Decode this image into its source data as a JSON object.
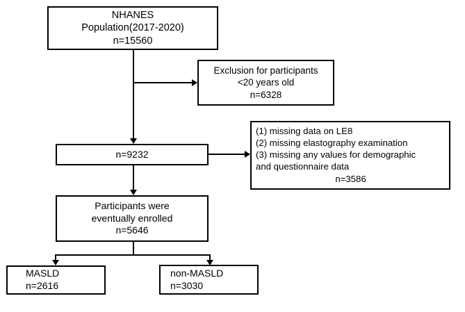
{
  "figure": {
    "type": "flowchart",
    "title": "NHANES participant selection flow diagram",
    "orientation": "top-to-bottom",
    "colors": {
      "background": "#ffffff",
      "box_border": "#000000",
      "box_fill": "#ffffff",
      "text": "#000000",
      "connector": "#000000"
    }
  },
  "nodes": {
    "nhanes": {
      "id": "nhanes-population",
      "lines": [
        "NHANES",
        "Population(2017-2020)",
        "n=15560"
      ],
      "line1": "NHANES",
      "line2": "Population(2017-2020)",
      "line3": "n=15560",
      "count": 15560,
      "align": "center"
    },
    "exclusion_age": {
      "id": "exclusion-under-20",
      "lines": [
        "Exclusion for participants",
        "<20 years old",
        "n=6328"
      ],
      "line1": "Exclusion for participants",
      "line2": "<20 years old",
      "line3": "n=6328",
      "count": 6328,
      "align": "center"
    },
    "remaining": {
      "id": "remaining-after-age-exclusion",
      "line1": "n=9232",
      "count": 9232,
      "align": "center"
    },
    "exclusion_data": {
      "id": "exclusion-missing-data",
      "line1": "(1) missing data on LE8",
      "line2": "(2) missing elastography examination",
      "line3": "(3) missing any values for demographic",
      "line4": "and questionnaire data",
      "line5": "n=3586",
      "count": 3586,
      "align": "left"
    },
    "enrolled": {
      "id": "participants-enrolled",
      "lines": [
        "Participants were",
        "eventually enrolled",
        "n=5646"
      ],
      "line1": "Participants were",
      "line2": "eventually enrolled",
      "line3": "n=5646",
      "count": 5646,
      "align": "center"
    },
    "masld": {
      "id": "group-masld",
      "line1": "MASLD",
      "line2": "n=2616",
      "count": 2616,
      "align": "left"
    },
    "non_masld": {
      "id": "group-non-masld",
      "line1": "non-MASLD",
      "line2": "n=3030",
      "count": 3030,
      "align": "left"
    }
  },
  "connectors": [
    {
      "name": "nhanes-to-remaining",
      "from": "nhanes",
      "to": "remaining",
      "direction": "down"
    },
    {
      "name": "nhanes-to-exclusion-age",
      "from": "nhanes-trunk",
      "to": "exclusion_age",
      "direction": "right"
    },
    {
      "name": "remaining-to-exclusion-data",
      "from": "remaining",
      "to": "exclusion_data",
      "direction": "right"
    },
    {
      "name": "remaining-to-enrolled",
      "from": "remaining",
      "to": "enrolled",
      "direction": "down"
    },
    {
      "name": "enrolled-to-masld",
      "from": "enrolled",
      "to": "masld",
      "direction": "down-split-left"
    },
    {
      "name": "enrolled-to-non-masld",
      "from": "enrolled",
      "to": "non_masld",
      "direction": "down-split-right"
    }
  ]
}
